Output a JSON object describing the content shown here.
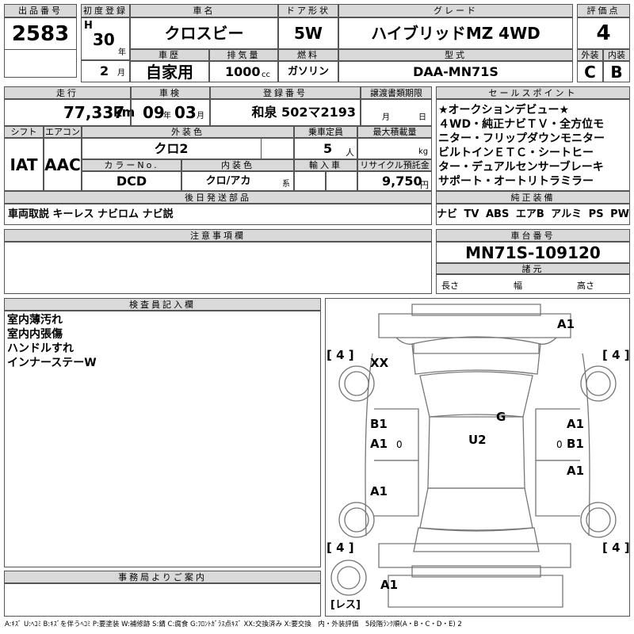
{
  "headers": {
    "lot_no": "出品番号",
    "first_reg": "初度登録",
    "car_name": "車名",
    "door": "ドア形状",
    "grade": "グレード",
    "score": "評価点",
    "history": "車歴",
    "displacement": "排気量",
    "fuel": "燃料",
    "model_code": "型式",
    "exterior": "外装",
    "interior": "内装",
    "mileage": "走行",
    "inspection": "車検",
    "registration": "登録番号",
    "transfer": "譲渡書類期限",
    "selling_points": "セールスポイント",
    "shift": "シフト",
    "aircon": "エアコン",
    "ext_color": "外装色",
    "capacity": "乗車定員",
    "max_load": "最大積載量",
    "color_no": "カラーNo.",
    "int_color": "内装色",
    "import": "輸入車",
    "recycle": "リサイクル預託金",
    "later_parts": "後日発送部品",
    "genuine": "純正装備",
    "notes": "注意事項欄",
    "chassis": "車台番号",
    "dimensions": "諸元",
    "inspector": "検査員記入欄",
    "office": "事務局よりご案内"
  },
  "values": {
    "lot_no": "2583",
    "era": "H",
    "year": "30",
    "year_unit": "年",
    "month": "2",
    "month_unit": "月",
    "car_name": "クロスビー",
    "door": "5W",
    "grade": "ハイブリッドMZ 4WD",
    "score": "4",
    "history": "自家用",
    "displacement": "1000",
    "cc": "cc",
    "fuel": "ガソリン",
    "model_code": "DAA-MN71S",
    "exterior": "C",
    "interior": "B",
    "mileage": "77,337",
    "km": "km",
    "insp_year": "09",
    "insp_year_unit": "年",
    "insp_month": "03",
    "insp_month_unit": "月",
    "registration": "和泉 502マ2193",
    "transfer_month": "月",
    "transfer_day": "日",
    "shift": "IAT",
    "aircon": "AAC",
    "ext_color": "クロ2",
    "capacity": "5",
    "capacity_unit": "人",
    "kg": "kg",
    "color_no": "DCD",
    "int_color": "クロ/アカ",
    "int_color_unit": "系",
    "recycle": "9,750",
    "yen": "円",
    "later_parts": "車両取説 キーレス ナビロム ナビ説",
    "genuine": "ナビ TV ABS エアB アルミ PS PW",
    "chassis": "MN71S-109120",
    "length": "長さ",
    "width": "幅",
    "height": "高さ"
  },
  "selling_points": [
    "★オークションデビュー★",
    "４WD・純正ナビＴＶ・全方位モ",
    "ニター・フリップダウンモニター",
    "ビルトインＥＴＣ・シートヒー",
    "ター・デュアルセンサーブレーキ",
    "サポート・オートリトラミラー"
  ],
  "inspector_notes": [
    "室内薄汚れ",
    "室内内張傷",
    "ハンドルすれ",
    "インナーステーW"
  ],
  "diagram": {
    "a1_front": "A1",
    "xx": "XX",
    "b1_left": "B1",
    "a1_left_1": "A1",
    "zero_left": "0",
    "a1_left_2": "A1",
    "g": "G",
    "u2": "U2",
    "a1_right_1": "A1",
    "b1_right": "B1",
    "zero_right": "0",
    "a1_right_2": "A1",
    "a1_rear": "A1",
    "tire_fl": "4",
    "tire_fr": "4",
    "tire_rl": "4",
    "tire_rr": "4",
    "spare": "レス"
  },
  "legend": "A:ｷｽﾞ U:ﾍｺﾐ B:ｷｽﾞを伴うﾍｺﾐ P:要塗装 W:補修跡 S:錆 C:腐食 G:ﾌﾛﾝﾄｶﾞﾗｽ点ｷｽﾞ XX:交換済み X:要交換　内・外装評価　5段階ﾗﾝｸ順(A・B・C・D・E) 2"
}
